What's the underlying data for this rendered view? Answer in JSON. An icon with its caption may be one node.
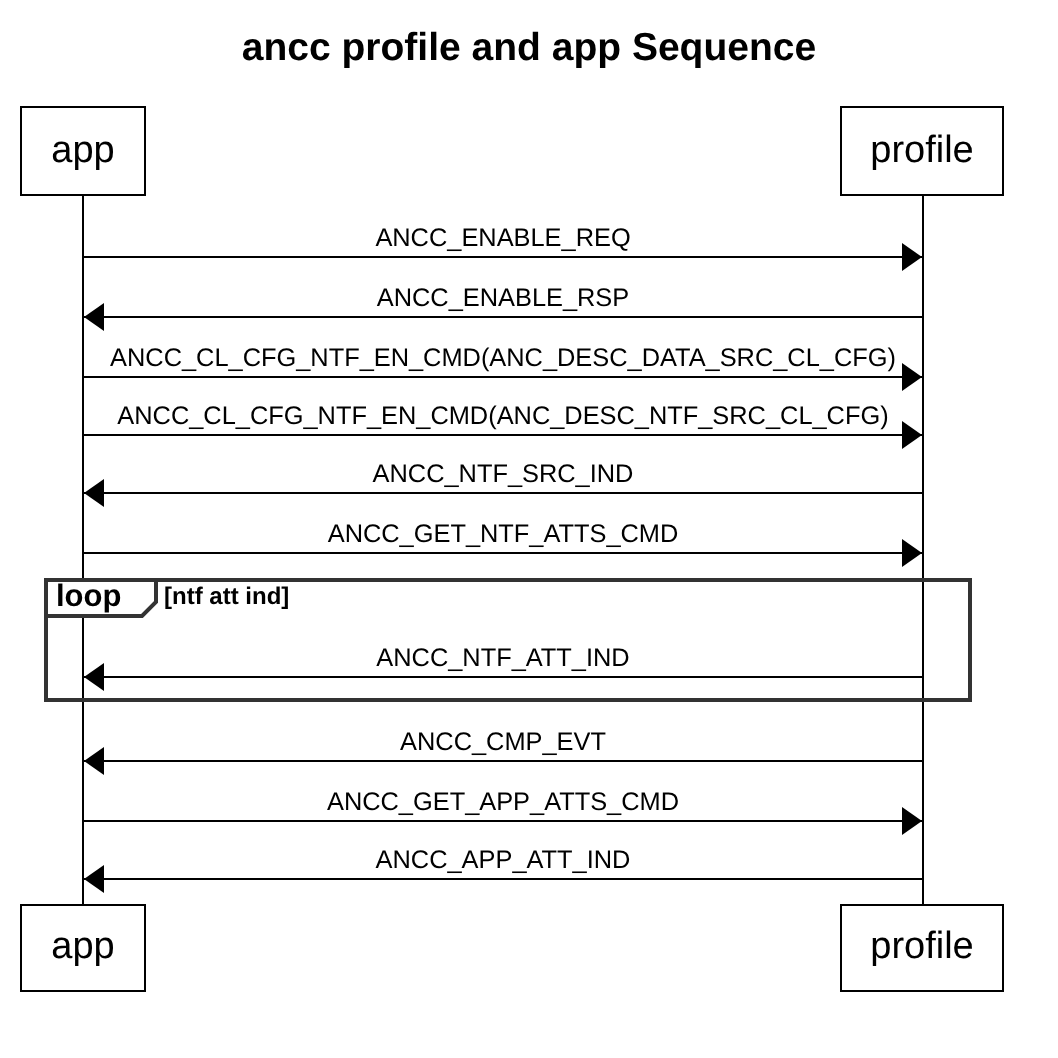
{
  "diagram": {
    "title": "ancc profile and app Sequence",
    "nodes": [
      {
        "text": [
          "app"
        ]
      },
      {
        "text": [
          "profile"
        ]
      },
      {
        "text": [],
        "shape": "line"
      },
      {
        "text": [],
        "shape": "line"
      },
      {
        "text": [
          "loop",
          "[ntf att ind]"
        ]
      },
      {
        "text": [
          "app"
        ]
      },
      {
        "text": [
          "profile"
        ]
      }
    ],
    "edges": [
      {
        "from": 2,
        "to": 3,
        "arrow": "to",
        "label": "ANCC_ENABLE_REQ"
      },
      {
        "from": 3,
        "to": 2,
        "arrow": "to",
        "label": "ANCC_ENABLE_RSP"
      },
      {
        "from": 2,
        "to": 3,
        "arrow": "to",
        "label": "ANCC_CL_CFG_NTF_EN_CMD(ANC_DESC_DATA_SRC_CL_CFG)"
      },
      {
        "from": 2,
        "to": 3,
        "arrow": "to",
        "label": "ANCC_CL_CFG_NTF_EN_CMD(ANC_DESC_NTF_SRC_CL_CFG)"
      },
      {
        "from": 3,
        "to": 2,
        "arrow": "to",
        "label": "ANCC_NTF_SRC_IND"
      },
      {
        "from": 2,
        "to": 3,
        "arrow": "to",
        "label": "ANCC_GET_NTF_ATTS_CMD"
      },
      {
        "from": 3,
        "to": 2,
        "arrow": "to",
        "label": "ANCC_NTF_ATT_IND"
      },
      {
        "from": 3,
        "to": 2,
        "arrow": "to",
        "label": "ANCC_CMP_EVT"
      },
      {
        "from": 2,
        "to": 3,
        "arrow": "to",
        "label": "ANCC_GET_APP_ATTS_CMD"
      },
      {
        "from": 3,
        "to": 2,
        "arrow": "to",
        "label": "ANCC_APP_ATT_IND"
      }
    ]
  }
}
